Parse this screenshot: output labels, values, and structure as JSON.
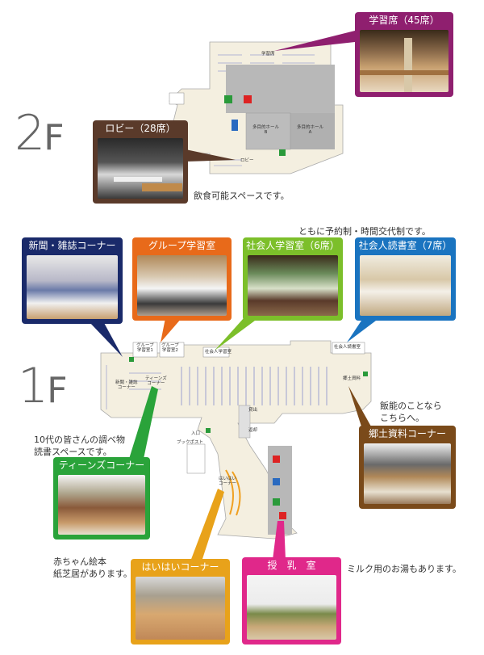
{
  "floor2": {
    "num": "2",
    "f": "F",
    "plan_labels": {
      "study_seats": "学習席",
      "hall_b": "多目的ホール\nB",
      "hall_a": "多目的ホール\nA",
      "lobby": "ロビー"
    },
    "callouts": {
      "study_seats": "学習席（45席）",
      "lobby": "ロビー（28席）"
    },
    "note_lobby": "飲食可能スペースです。"
  },
  "floor1": {
    "num": "1",
    "f": "F",
    "note_reservation": "ともに予約制・時間交代制です。",
    "callouts": {
      "newspaper": "新聞・雑誌コーナー",
      "group": "グループ学習室",
      "adult_study": "社会人学習室（6席）",
      "adult_reading": "社会人読書室（7席）",
      "teens": "ティーンズコーナー",
      "local": "郷土資料コーナー",
      "baby": "はいはいコーナー",
      "nursing": "授　乳　室"
    },
    "plan_labels": {
      "group1": "グループ\n学習室1",
      "group2": "グループ\n学習室2",
      "adult_study": "社会人学習室",
      "adult_reading": "社会人読書室",
      "local": "郷土資料",
      "newspaper": "新聞・雑誌\nコーナー",
      "teens": "ティーンズ\nコーナー",
      "lend": "貸出",
      "return": "返却",
      "entrance": "入口",
      "bookpost": "ブックポスト",
      "baby": "はいはい\nコーナー"
    },
    "note_local": "飯能のことなら\nこちらへ。",
    "note_teens": "10代の皆さんの調べ物\n読書スペースです。",
    "note_baby": "赤ちゃん絵本\n紙芝居があります。",
    "note_nursing": "ミルク用のお湯もあります。"
  },
  "colors": {
    "study_seats": "#8f1f6f",
    "lobby": "#5a3a2a",
    "newspaper": "#1a2a6a",
    "group": "#e86a1a",
    "adult_study": "#7cbf2a",
    "adult_reading": "#1a74c0",
    "teens": "#2aa33a",
    "local": "#7a4a1a",
    "baby": "#e8a21a",
    "nursing": "#e0288a"
  }
}
